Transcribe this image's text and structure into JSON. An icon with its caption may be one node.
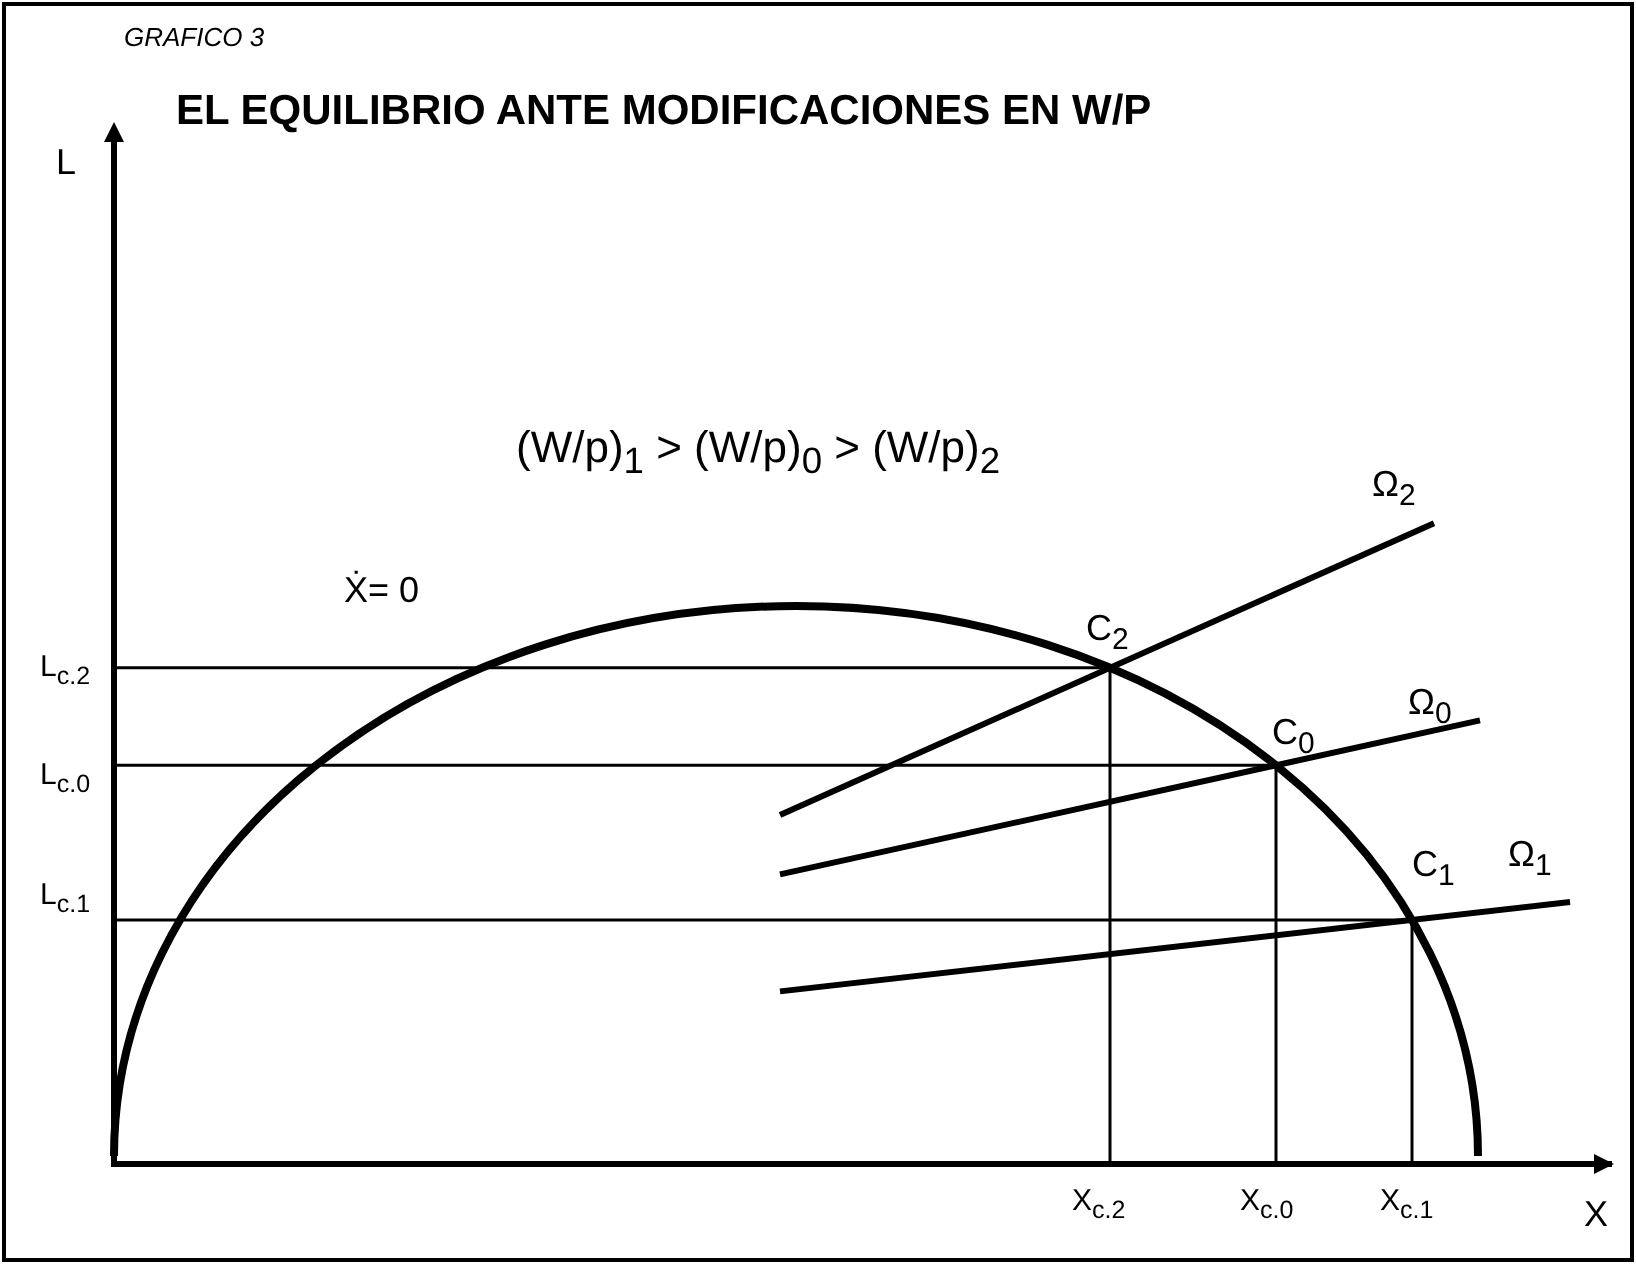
{
  "diagram": {
    "title": "EL EQUILIBRIO ANTE MODIFICACIONES EN W/P",
    "labels": [
      "GRAFICO 3",
      "L",
      "(W/p)$_{1}$ > (W/p)$_{0}$ > (W/p)$_{2}$",
      "Ẋ= 0",
      "Ω$_{2}$",
      "Ω$_{0}$",
      "Ω$_{1}$",
      "C$_{2}$",
      "C$_{0}$",
      "C$_{1}$",
      "L$_{c.2}$",
      "L$_{c.0}$",
      "L$_{c.1}$",
      "X$_{c.2}$",
      "X$_{c.0}$",
      "X$_{c.1}$",
      "X"
    ]
  }
}
